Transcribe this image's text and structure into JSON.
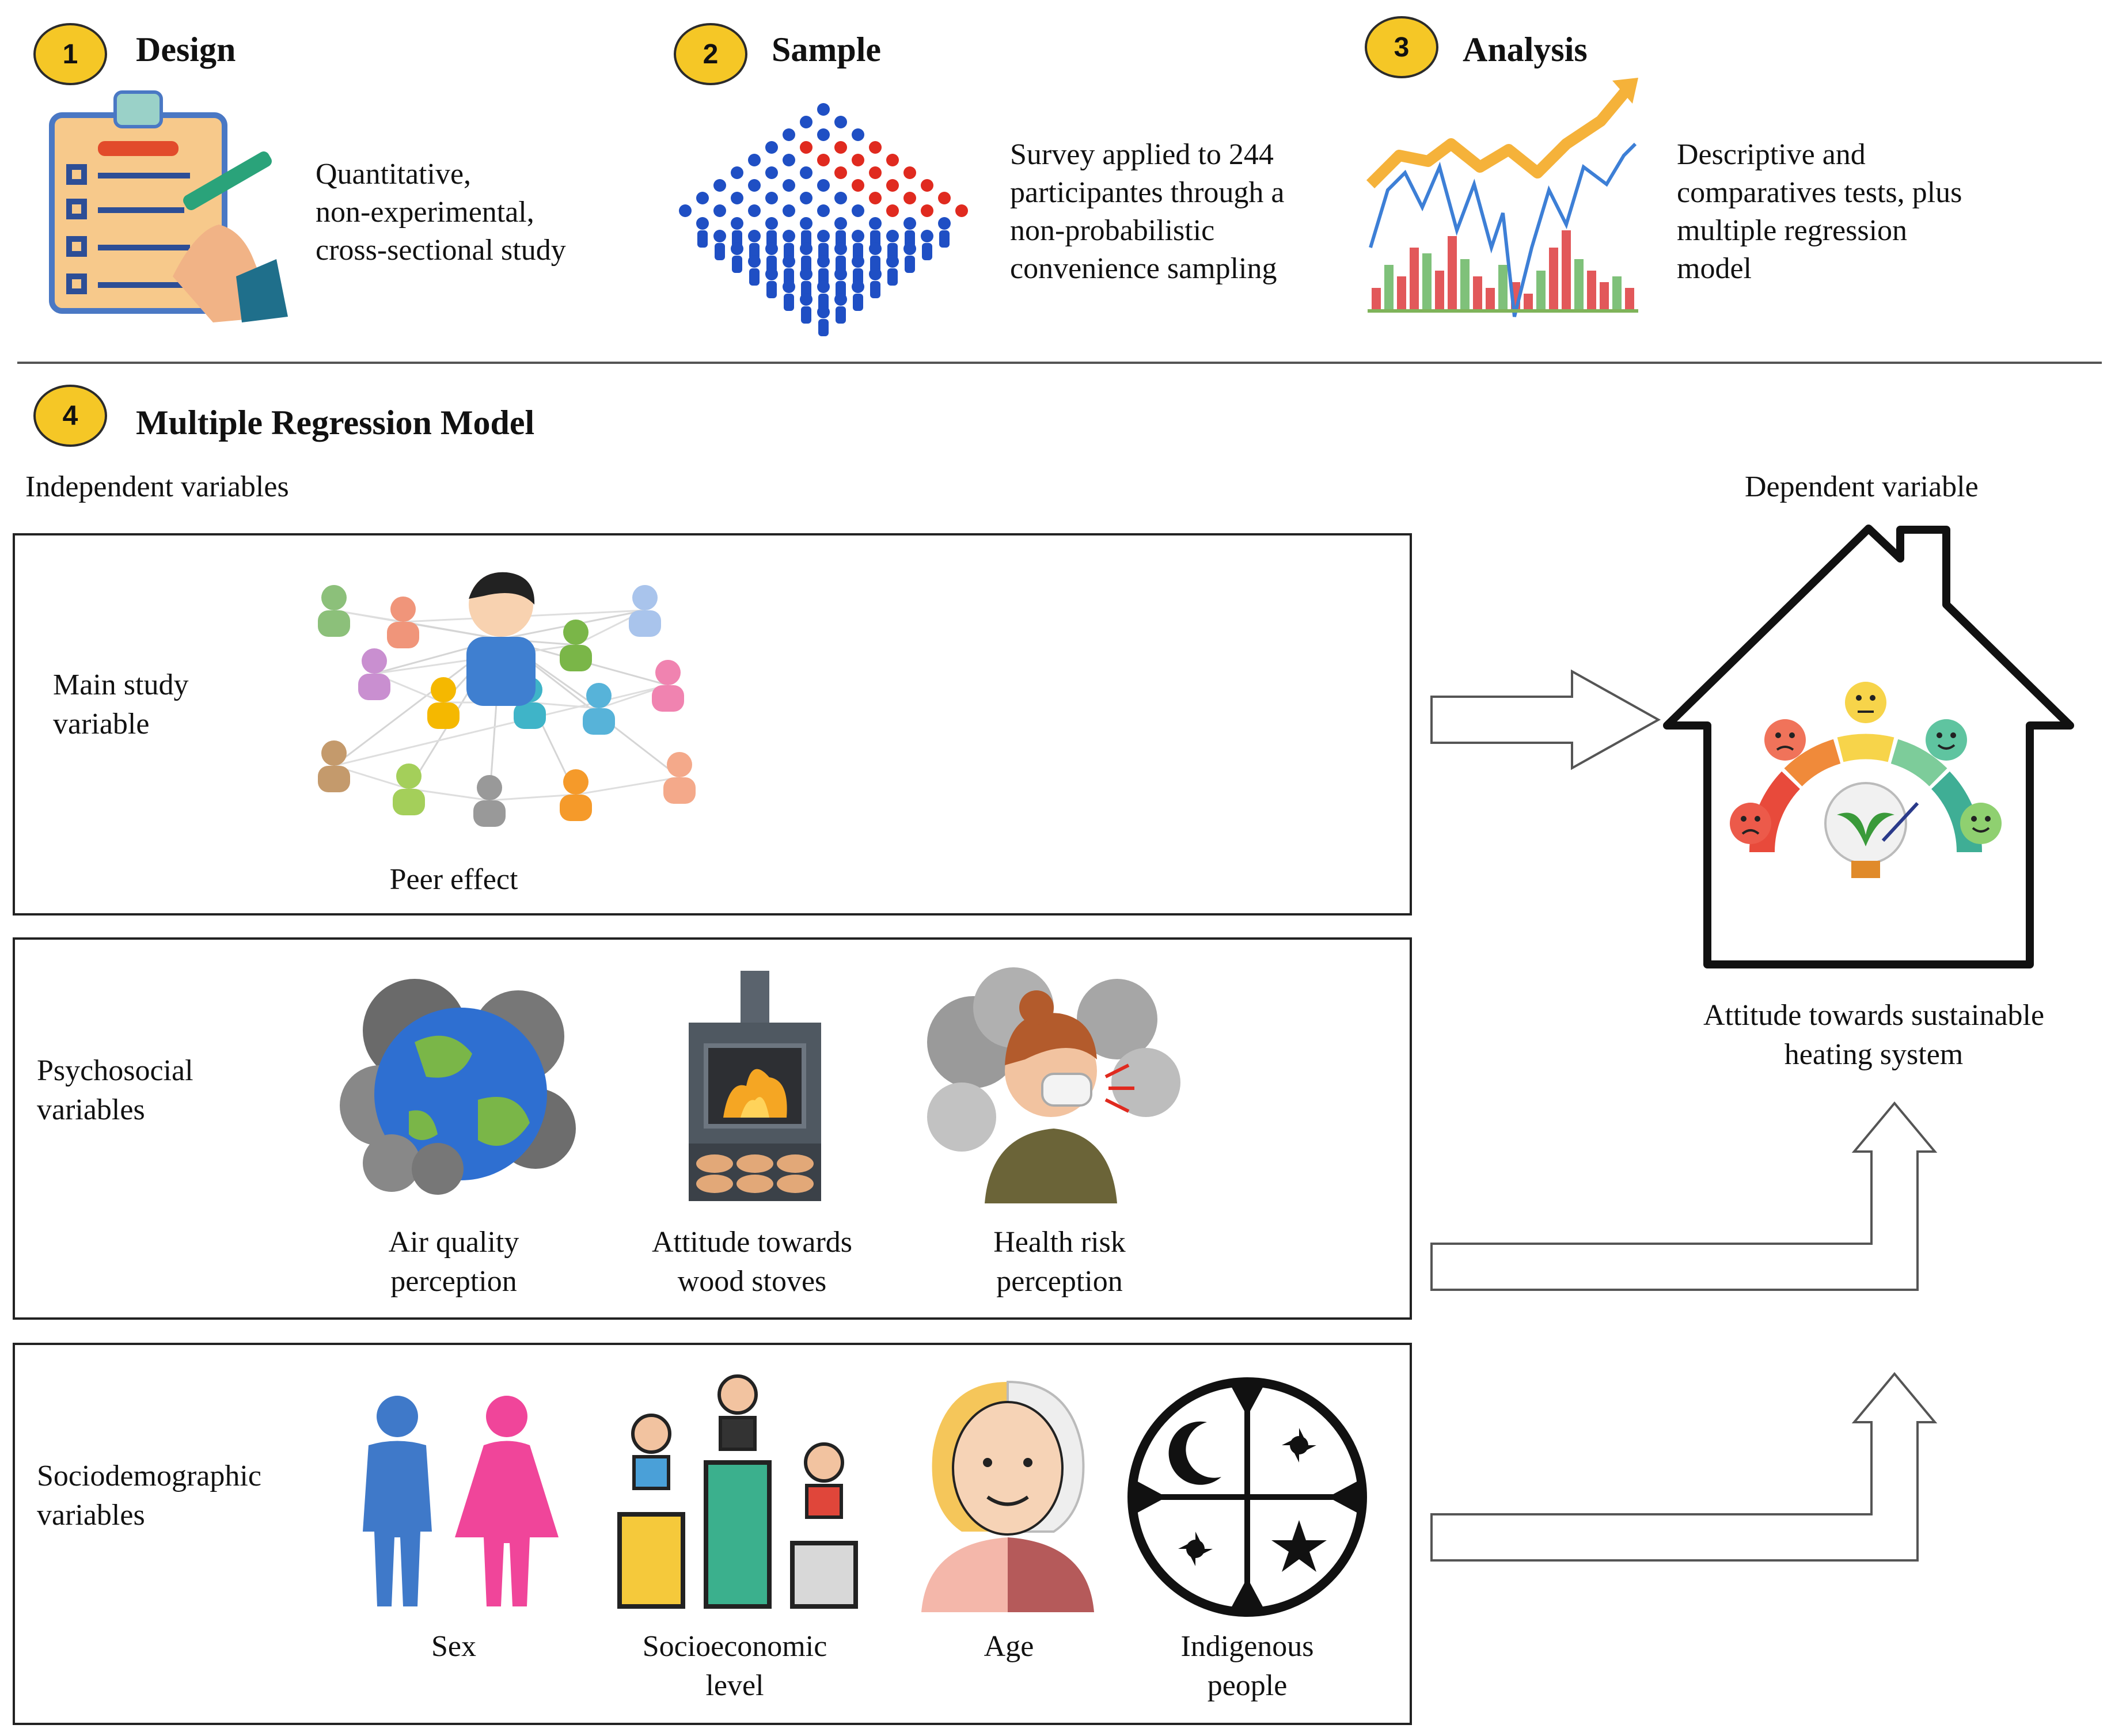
{
  "steps": [
    {
      "number": "1",
      "title": "Design",
      "description": [
        "Quantitative,",
        "non-experimental,",
        "cross-sectional study"
      ]
    },
    {
      "number": "2",
      "title": "Sample",
      "description": [
        "Survey applied to 244",
        "participantes through a",
        "non-probabilistic",
        "convenience sampling"
      ]
    },
    {
      "number": "3",
      "title": "Analysis",
      "description": [
        "Descriptive and",
        "comparatives tests, plus",
        "multiple regression",
        "model"
      ]
    }
  ],
  "model": {
    "number": "4",
    "title": "Multiple Regression Model",
    "independent_label": "Independent variables",
    "dependent_label": "Dependent variable",
    "dependent_caption": [
      "Attitude towards sustainable",
      "heating system"
    ]
  },
  "groups": [
    {
      "label": [
        "Main study",
        "variable"
      ],
      "items": [
        [
          "Peer effect"
        ]
      ]
    },
    {
      "label": [
        "Psychosocial",
        "variables"
      ],
      "items": [
        [
          "Air quality",
          "perception"
        ],
        [
          "Attitude towards",
          "wood stoves"
        ],
        [
          "Health risk",
          "perception"
        ]
      ]
    },
    {
      "label": [
        "Sociodemographic",
        "variables"
      ],
      "items": [
        [
          "Sex"
        ],
        [
          "Socioeconomic",
          "level"
        ],
        [
          "Age"
        ],
        [
          "Indigenous",
          "people"
        ]
      ]
    }
  ],
  "colors": {
    "badge": "#f5c726",
    "blue": "#1f4fc4",
    "red": "#e02a1f",
    "orange": "#f5a623",
    "green": "#7ab648"
  },
  "icons": [
    "clipboard-checklist-icon",
    "crowd-people-icon",
    "stock-chart-icon",
    "peer-network-icon",
    "polluted-earth-icon",
    "wood-stove-icon",
    "coughing-woman-icon",
    "man-woman-icon",
    "socioeconomic-podium-icon",
    "young-old-face-icon",
    "indigenous-symbol-icon",
    "house-icon",
    "attitude-gauge-icon"
  ]
}
